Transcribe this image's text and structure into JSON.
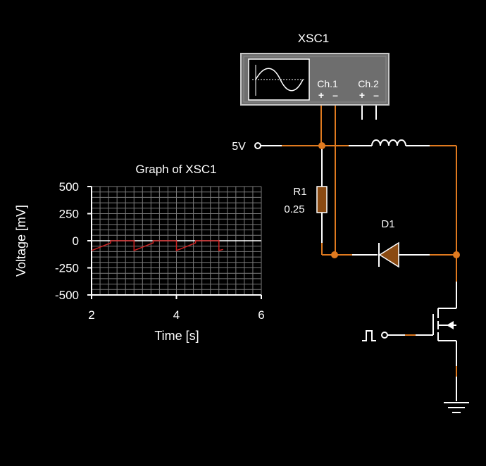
{
  "colors": {
    "background": "#000000",
    "wire": "#ffffff",
    "highlight": "#e07a1f",
    "component": "#8a4a12",
    "trace": "#cc2222",
    "instrument_body": "#6e6e6e"
  },
  "oscilloscope": {
    "name": "XSC1",
    "ch1_label": "Ch.1",
    "ch2_label": "Ch.2",
    "plus": "+",
    "minus": "–",
    "icon": "oscilloscope-screen-icon"
  },
  "source": {
    "label": "5V"
  },
  "resistor": {
    "name": "R1",
    "value": "0.25"
  },
  "diode": {
    "name": "D1"
  },
  "pulse_source": {
    "icon": "square-pulse-icon"
  },
  "ground": {
    "icon": "ground-icon"
  },
  "chart_data": {
    "type": "line",
    "title": "Graph of XSC1",
    "xlabel": "Time [s]",
    "ylabel": "Voltage [mV]",
    "xlim": [
      2,
      6
    ],
    "ylim": [
      -500,
      500
    ],
    "xticks": [
      2,
      4,
      6
    ],
    "yticks": [
      500,
      250,
      0,
      -250,
      -500
    ],
    "ytick_labels": [
      "500",
      "250",
      "0",
      "-250",
      "-500"
    ],
    "xtick_labels": [
      "2",
      "4",
      "6"
    ],
    "grid": true,
    "series": [
      {
        "color": "#cc2222",
        "x": [
          2.0,
          2.45,
          2.45,
          3.0,
          3.0,
          3.45,
          3.45,
          4.0,
          4.0,
          4.45,
          4.45,
          5.0,
          5.0,
          5.1
        ],
        "y": [
          -90,
          -20,
          0,
          0,
          -90,
          -20,
          0,
          0,
          -90,
          -20,
          0,
          0,
          -90,
          -80
        ]
      }
    ]
  }
}
